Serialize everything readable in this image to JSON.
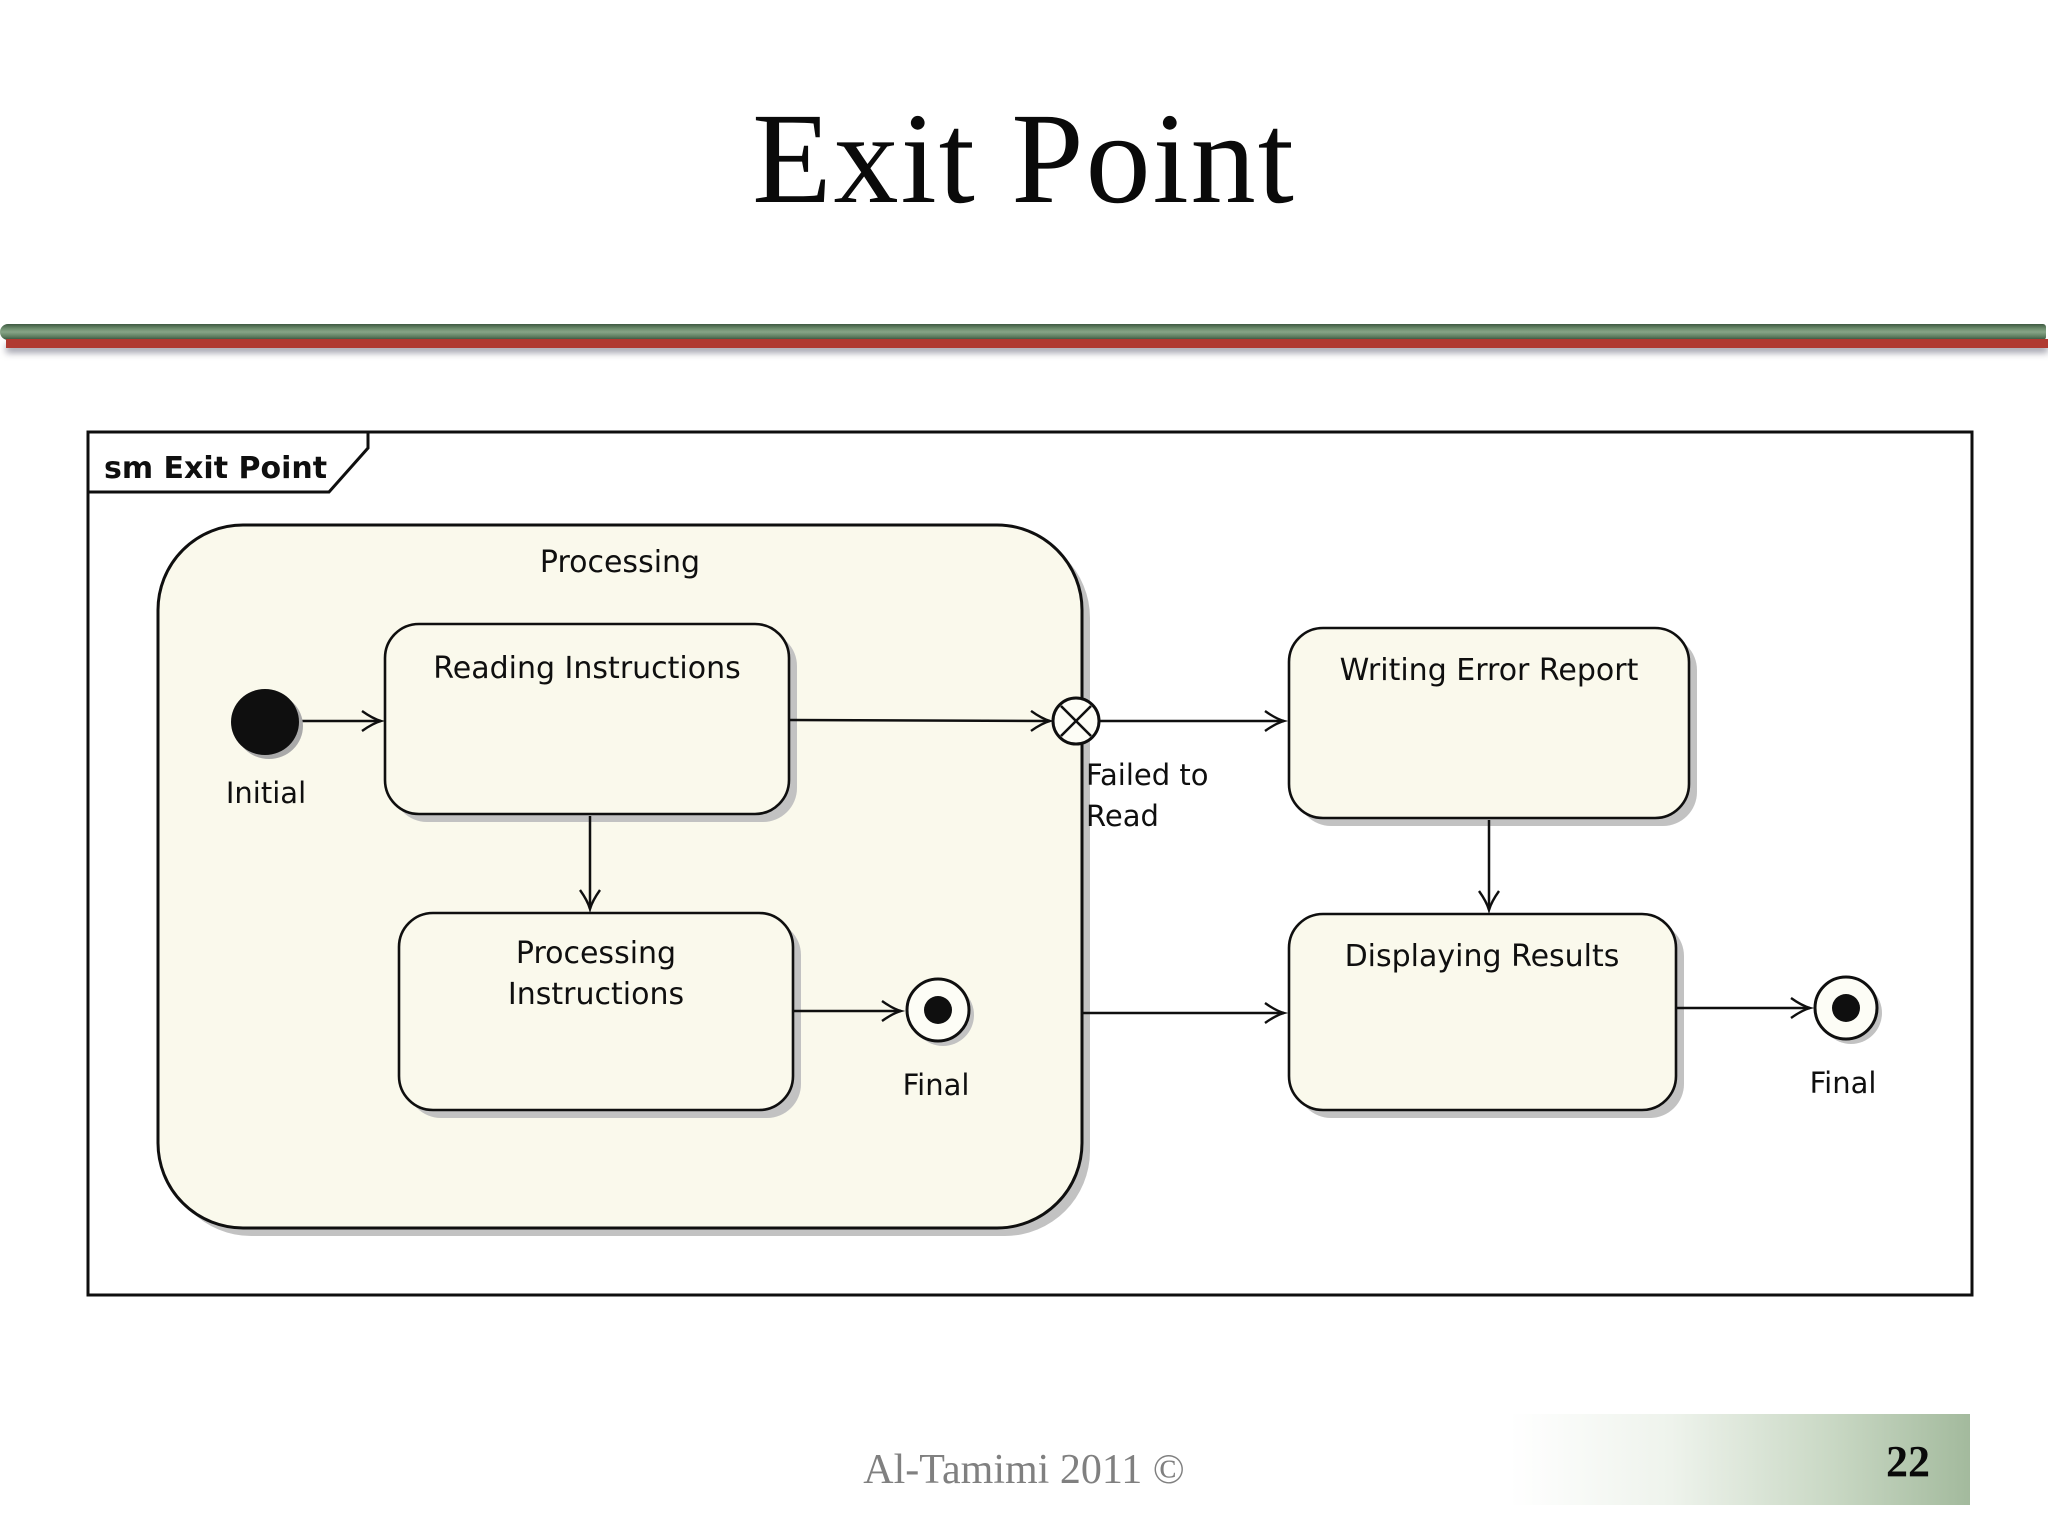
{
  "slide": {
    "title": "Exit Point",
    "footer": {
      "copyright": "Al-Tamimi 2011 ©",
      "page_number": "22"
    }
  },
  "diagram": {
    "frame_label": "sm Exit Point",
    "composite_state": {
      "title": "Processing"
    },
    "states": {
      "reading_instructions": {
        "title": "Reading Instructions"
      },
      "processing_instructions": {
        "title_line1": "Processing",
        "title_line2": "Instructions"
      },
      "writing_error_report": {
        "title": "Writing Error Report"
      },
      "displaying_results": {
        "title": "Displaying Results"
      }
    },
    "pseudostates": {
      "initial": {
        "label": "Initial"
      },
      "final_inner": {
        "label": "Final"
      },
      "final_outer": {
        "label": "Final"
      },
      "exit_point": {
        "label_line1": "Failed to",
        "label_line2": "Read"
      }
    },
    "colors": {
      "state_fill": "#faf9ec",
      "state_border": "#111111",
      "shadow_gray": "#c2c2c2",
      "divider_green": "#6f8f6f",
      "divider_red": "#b03a31",
      "footer_gradient_green": "#a3ba9d",
      "footer_text_gray": "#808080"
    }
  }
}
